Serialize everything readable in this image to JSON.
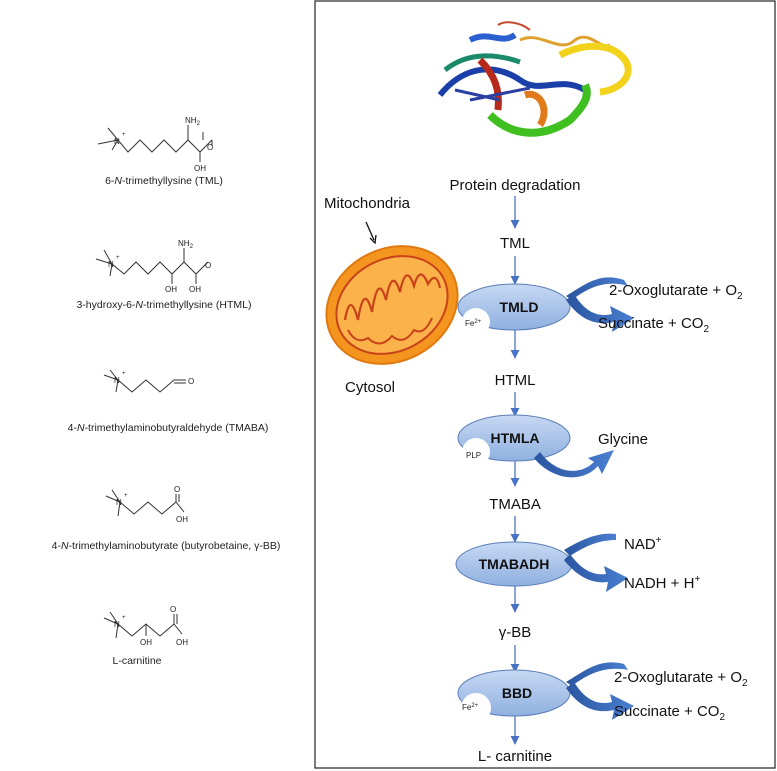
{
  "compounds": [
    {
      "name_pre": "6-",
      "name_it": "N",
      "name_post": "-trimethyllysine (TML)"
    },
    {
      "name_pre": "3-hydroxy-6-",
      "name_it": "N",
      "name_post": "-trimethyllysine (HTML)"
    },
    {
      "name_pre": "4-",
      "name_it": "N",
      "name_post": "-trimethylaminobutyraldehyde (TMABA)"
    },
    {
      "name_pre": "4-",
      "name_it": "N",
      "name_post": "-trimethylaminobutyrate (butyrobetaine, γ-BB)"
    },
    {
      "name_pre": "",
      "name_it": "",
      "name_post": "L-carnitine"
    }
  ],
  "atoms": {
    "n": "N",
    "nh2": "NH",
    "nh2_sub": "2",
    "oh": "OH",
    "o": "O",
    "plus": "+"
  },
  "pathway": {
    "protein_degradation": "Protein degradation",
    "mitochondria": "Mitochondria",
    "cytosol": "Cytosol",
    "intermediates": [
      "TML",
      "HTML",
      "TMABA",
      "γ-BB",
      "L- carnitine"
    ],
    "enzymes": [
      {
        "name": "TMLD",
        "cofactor": "Fe",
        "cofactor_sup": "2+"
      },
      {
        "name": "HTMLA",
        "cofactor": "PLP",
        "cofactor_sup": ""
      },
      {
        "name": "TMABADH",
        "cofactor": "",
        "cofactor_sup": ""
      },
      {
        "name": "BBD",
        "cofactor": "Fe",
        "cofactor_sup": "2+"
      }
    ],
    "side_reactions": {
      "tmld_in": "2-Oxoglutarate + O",
      "tmld_in_sub": "2",
      "tmld_out": "Succinate + CO",
      "tmld_out_sub": "2",
      "htmla_out": "Glycine",
      "tmabadh_in": "NAD",
      "tmabadh_in_sup": "+",
      "tmabadh_out": "NADH + H",
      "tmabadh_out_sup": "+",
      "bbd_in": "2-Oxoglutarate + O",
      "bbd_in_sub": "2",
      "bbd_out": "Succinate + CO",
      "bbd_out_sub": "2"
    }
  },
  "colors": {
    "pathway_arrow": "#4a72c4",
    "enzyme_fill": "#a9c4ea",
    "side_arrow": "#2f5fad",
    "mito_outer": "#f4951f",
    "mito_inner": "#c8431a"
  }
}
